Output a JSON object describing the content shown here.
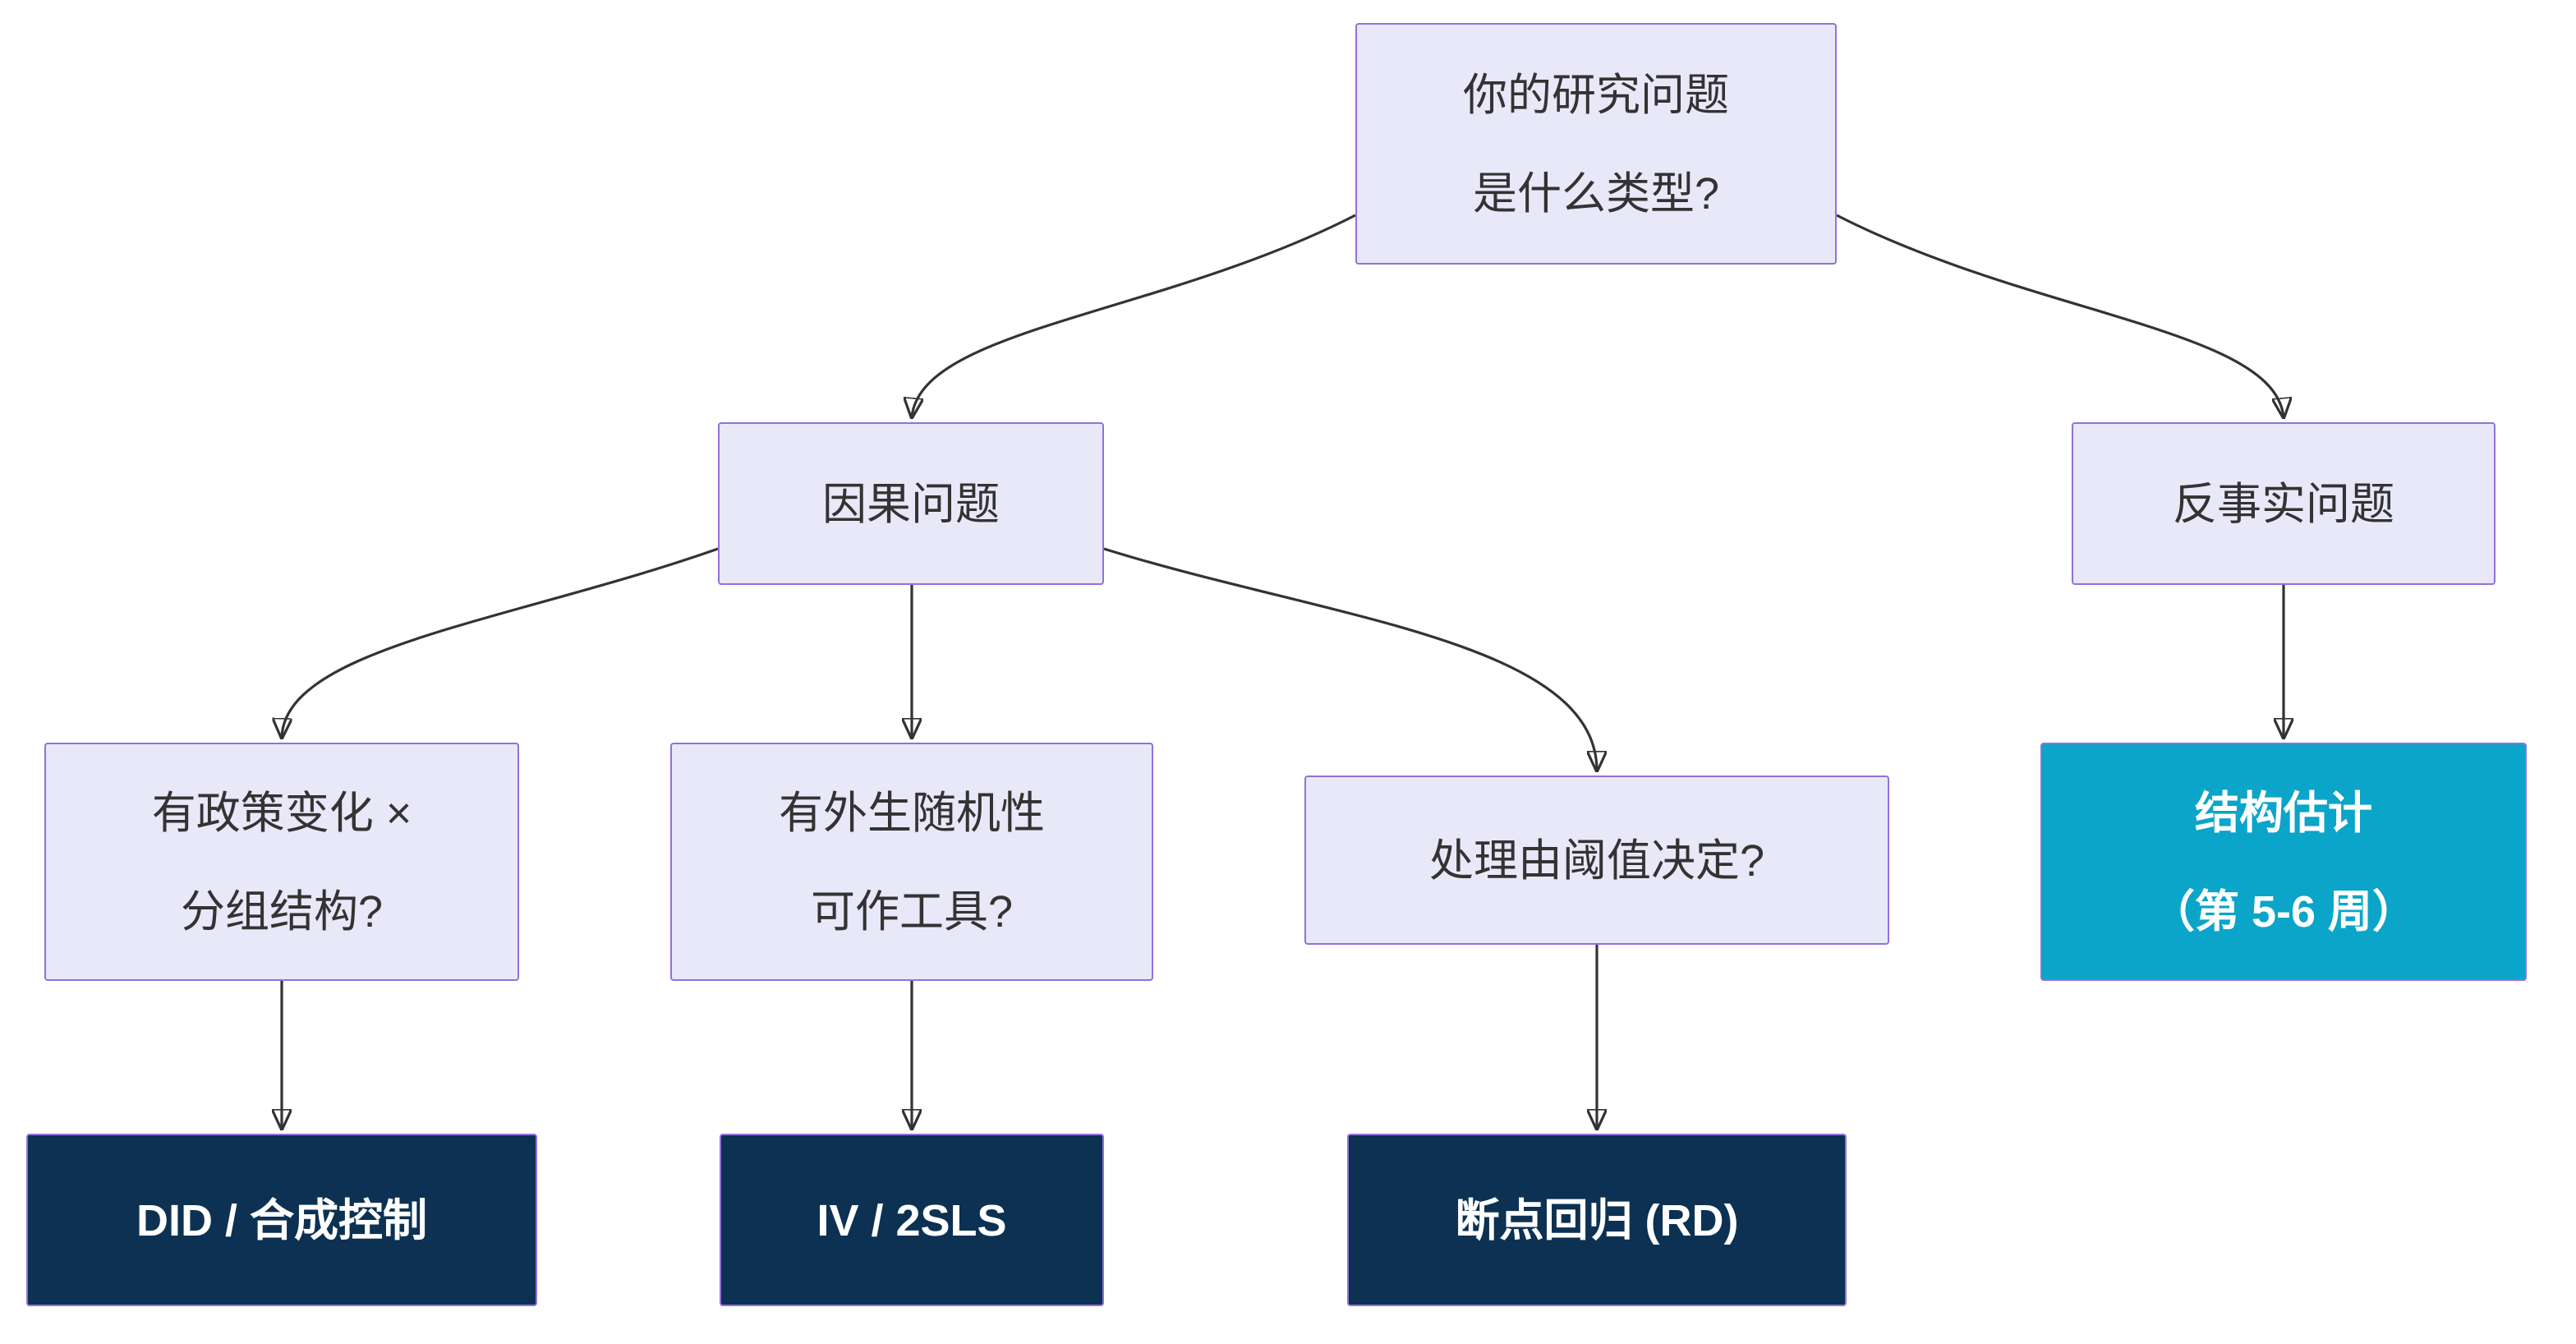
{
  "colors": {
    "question-fill": "#e8e8f8",
    "node-border": "#9370db",
    "result-fill": "#0c3152",
    "highlight-fill": "#0aa5c8",
    "text-dark": "#333333",
    "text-light": "#ffffff",
    "edge": "#333333",
    "background": "#ffffff"
  },
  "nodes": {
    "top": {
      "lines": [
        "你的研究问题",
        "是什么类型?"
      ]
    },
    "causal": {
      "lines": [
        "因果问题"
      ]
    },
    "counterfactual": {
      "lines": [
        "反事实问题"
      ]
    },
    "policy": {
      "lines": [
        "有政策变化 ×",
        "分组结构?"
      ]
    },
    "ivq": {
      "lines": [
        "有外生随机性",
        "可作工具?"
      ]
    },
    "rdq": {
      "lines": [
        "处理由阈值决定?"
      ]
    },
    "structural": {
      "lines": [
        "结构估计",
        "（第 5-6 周）"
      ]
    },
    "did": {
      "lines": [
        "DID / 合成控制"
      ]
    },
    "iv": {
      "lines": [
        "IV / 2SLS"
      ]
    },
    "rd": {
      "lines": [
        "断点回归 (RD)"
      ]
    }
  }
}
